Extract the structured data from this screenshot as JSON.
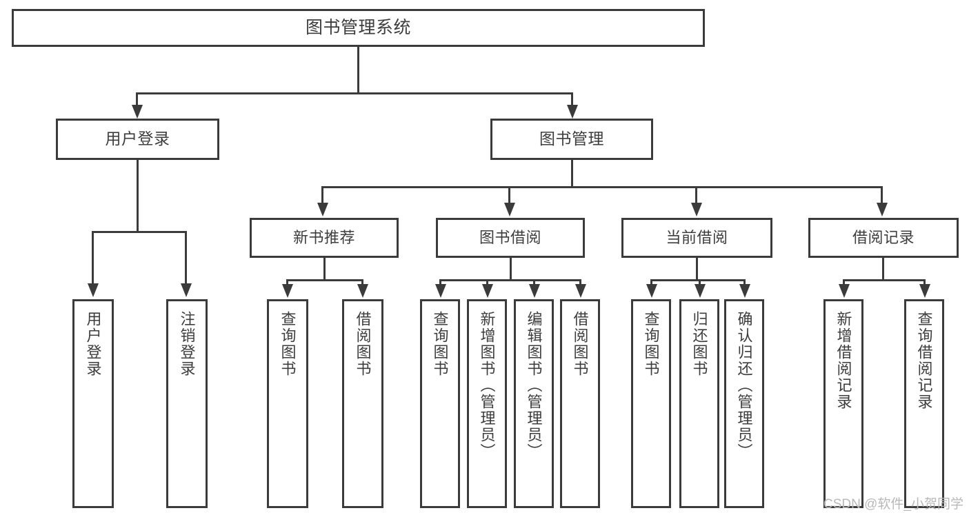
{
  "diagram": {
    "title": "图书管理系统",
    "type": "function-structure-tree",
    "watermark": "CSDN @软件_小贺同学",
    "colors": {
      "border": "#3b3b3b",
      "text": "#3d3d3d",
      "background": "#ffffff",
      "watermark": "#b8b8b8"
    },
    "root": {
      "label": "图书管理系统"
    },
    "level2": [
      {
        "label": "用户登录"
      },
      {
        "label": "图书管理"
      }
    ],
    "level3": [
      {
        "label": "新书推荐"
      },
      {
        "label": "图书借阅"
      },
      {
        "label": "当前借阅"
      },
      {
        "label": "借阅记录"
      }
    ],
    "leaves": {
      "user_login": [
        {
          "label": "用户登录"
        },
        {
          "label": "注销登录"
        }
      ],
      "new_book_recommend": [
        {
          "label": "查询图书"
        },
        {
          "label": "借阅图书"
        }
      ],
      "book_borrow": [
        {
          "label": "查询图书"
        },
        {
          "label": "新增图书（管理员）"
        },
        {
          "label": "编辑图书（管理员）"
        },
        {
          "label": "借阅图书"
        }
      ],
      "current_borrow": [
        {
          "label": "查询图书"
        },
        {
          "label": "归还图书"
        },
        {
          "label": "确认归还（管理员）"
        }
      ],
      "borrow_record": [
        {
          "label": "新增借阅记录"
        },
        {
          "label": "查询借阅记录"
        }
      ]
    }
  }
}
